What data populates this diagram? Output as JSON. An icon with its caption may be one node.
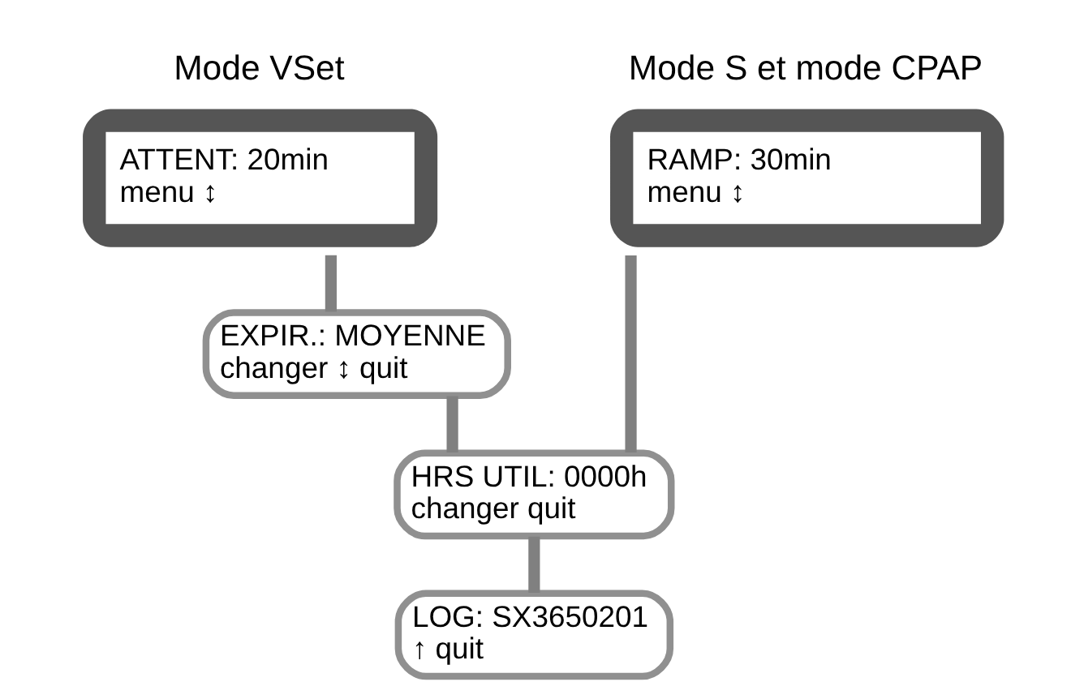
{
  "diagram": {
    "nodes": [
      {
        "text": [
          "Mode VSet",
          "ATTENT: 20min",
          "menu ↕"
        ]
      },
      {
        "text": [
          "Mode S et mode CPAP",
          "RAMP: 30min",
          "menu ↕"
        ]
      },
      {
        "text": [
          "EXPIR.: MOYENNE",
          "changer ↕ quit"
        ]
      },
      {
        "text": [
          "HRS UTIL: 0000h",
          "changer quit"
        ]
      },
      {
        "text": [
          "LOG: SX3650201",
          "↑ quit"
        ]
      }
    ],
    "edges": [
      {
        "from": 0,
        "to": 2,
        "arrow": "none"
      },
      {
        "from": 2,
        "to": 3,
        "arrow": "none"
      },
      {
        "from": 1,
        "to": 3,
        "arrow": "none"
      },
      {
        "from": 3,
        "to": 4,
        "arrow": "none"
      }
    ]
  }
}
